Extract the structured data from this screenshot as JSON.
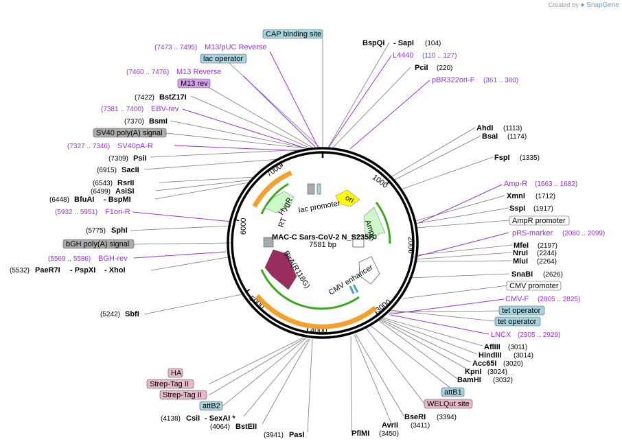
{
  "credit": {
    "prefix": "Created by",
    "brand": "SnapGene"
  },
  "plasmid": {
    "name": "MAC-C Sars-CoV-2 N_S235F",
    "size": "7581 bp"
  },
  "tick_labels": [
    "1000",
    "2000",
    "3000",
    "4000",
    "5000",
    "6000",
    "7000"
  ],
  "inner_features": {
    "lac_promoter": "lac promoter",
    "ori": "ori",
    "ampr": "AmpR",
    "cmv_enhancer": "CMV enhancer",
    "bira": "BirA(R118G)",
    "hygr": "HygR",
    "rt": "RT"
  },
  "labels": {
    "cap_binding_site": "CAP binding site",
    "m13_puc_rev_coord": "(7473 .. 7495)",
    "m13_puc_rev": "M13/pUC Reverse",
    "lac_operator": "lac operator",
    "m13_reverse_coord": "(7460 .. 7476)",
    "m13_reverse": "M13 Reverse",
    "m13_rev": "M13 rev",
    "bstz17i_coord": "(7422)",
    "bstz17i": "BstZ17I",
    "ebv_rev_coord": "(7381 .. 7400)",
    "ebv_rev": "EBV-rev",
    "bsmi_coord": "(7370)",
    "bsmi": "BsmI",
    "sv40_polya": "SV40 poly(A) signal",
    "sv40pa_r_coord": "(7327 .. 7346)",
    "sv40pa_r": "SV40pA-R",
    "psii_coord": "(7309)",
    "psii": "PsiI",
    "sacii_coord": "(6915)",
    "sacii": "SacII",
    "rsrii_coord": "(6543)",
    "rsrii": "RsrII",
    "asisi_coord": "(6499)",
    "asisi": "AsiSI",
    "bfuai_coord": "(6448)",
    "bfuai": "BfuAI",
    "bspmi": "- BspMI",
    "f1ori_r_coord": "(5932 .. 5951)",
    "f1ori_r": "F1ori-R",
    "sphi_coord": "(5775)",
    "sphi": "SphI",
    "bgh_polya": "bGH poly(A) signal",
    "bgh_rev_coord": "(5569 .. 5586)",
    "bgh_rev": "BGH-rev",
    "paer7i_coord": "(5532)",
    "paer7i": "PaeR7I",
    "pspxi": "- PspXI",
    "xhoi": "- XhoI",
    "sbfi_coord": "(5242)",
    "sbfi": "SbfI",
    "ha": "HA",
    "strep1": "Strep-Tag II",
    "strep2": "Strep-Tag II",
    "attb2": "attB2",
    "csii_coord": "(4138)",
    "csii": "CsiI",
    "sexai": "- SexAI *",
    "bsteii_coord": "(4064)",
    "bsteii": "BstEII",
    "pasi_coord": "(3941)",
    "pasi": "PasI",
    "pflmi": "PflMI",
    "pflmi_coord": "(3450)",
    "avrii": "AvrII",
    "avrii_coord": "(3411)",
    "bseri": "BseRI",
    "bseri_coord": "(3394)",
    "welqut": "WELQut site",
    "attb1": "attB1",
    "bamhi": "BamHI",
    "bamhi_coord": "(3032)",
    "kpni": "KpnI",
    "kpni_coord": "(3024)",
    "acc65i": "Acc65I",
    "acc65i_coord": "(3020)",
    "hindiii": "HindIII",
    "hindiii_coord": "(3014)",
    "afliii": "AflIII",
    "afliii_coord": "(3011)",
    "lncx": "LNCX",
    "lncx_coord": "(2905 .. 2929)",
    "tet_op2": "tet operator",
    "tet_op1": "tet operator",
    "cmv_f": "CMV-F",
    "cmv_f_coord": "(2805 .. 2825)",
    "cmv_promoter": "CMV promoter",
    "snabi": "SnaBI",
    "snabi_coord": "(2626)",
    "mlui": "MluI",
    "mlui_coord": "(2264)",
    "nrui": "NruI",
    "nrui_coord": "(2244)",
    "mfei": "MfeI",
    "mfei_coord": "(2197)",
    "prs_marker": "pRS-marker",
    "prs_marker_coord": "(2080 .. 2099)",
    "ampr_promoter": "AmpR promoter",
    "sspi": "SspI",
    "sspi_coord": "(1917)",
    "xmni": "XmnI",
    "xmni_coord": "(1712)",
    "amp_r": "Amp-R",
    "amp_r_coord": "(1663 .. 1682)",
    "fspi": "FspI",
    "fspi_coord": "(1335)",
    "bsai": "BsaI",
    "bsai_coord": "(1174)",
    "ahdi": "AhdI",
    "ahdi_coord": "(1113)",
    "pbr322ori_f": "pBR322ori-F",
    "pbr322ori_f_coord": "(361 .. 380)",
    "pcii": "PciI",
    "pcii_coord": "(220)",
    "l4440": "L4440",
    "l4440_coord": "(110 .. 127)",
    "bspqi": "BspQI",
    "sapi": "- SapI",
    "bspqi_coord": "(104)"
  },
  "colors": {
    "primer": "#9b30d9",
    "regulatory": "#a6d4de",
    "polya": "#a9abae",
    "protein_tag": "#e7b8c9",
    "primer_bind": "#d9a1ee",
    "ori": "#ffff00",
    "marker": "#ccf7c9",
    "bira": "#992d5e",
    "orange_arc": "#f2a130",
    "green_arc": "#3da61f"
  }
}
